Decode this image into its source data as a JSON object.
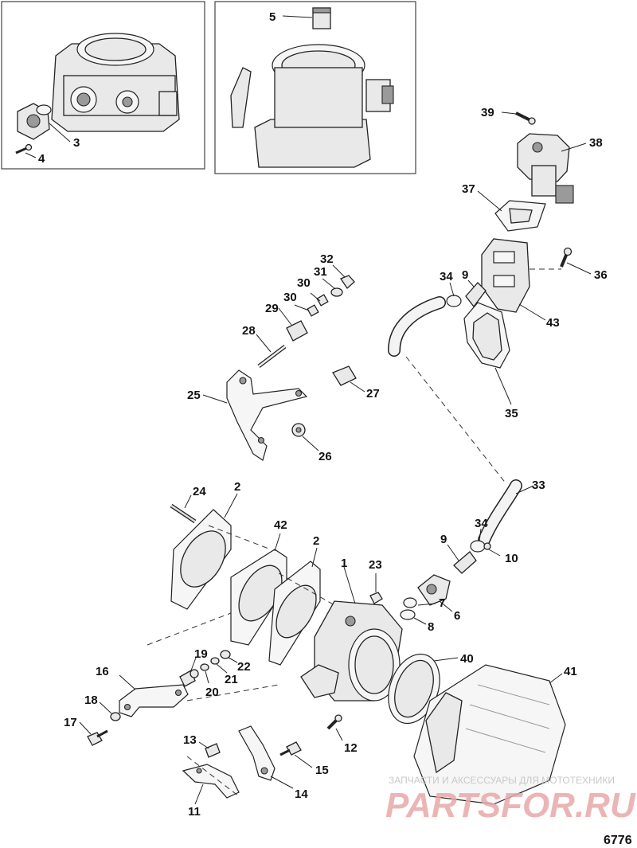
{
  "figure_number": "6776",
  "watermark": {
    "tagline": "ЗАПЧАСТИ И АКСЕССУАРЫ ДЛЯ МОТОТЕХНИКИ",
    "logo": "PARTSFOR.RU"
  },
  "callouts": {
    "c2a": "2",
    "c2b": "2",
    "c3": "3",
    "c4": "4",
    "c5": "5",
    "c1": "1",
    "c6": "6",
    "c7": "7",
    "c8": "8",
    "c9a": "9",
    "c9b": "9",
    "c10": "10",
    "c11": "11",
    "c12": "12",
    "c13": "13",
    "c14": "14",
    "c15": "15",
    "c16": "16",
    "c17": "17",
    "c18": "18",
    "c19": "19",
    "c20": "20",
    "c21": "21",
    "c22": "22",
    "c23": "23",
    "c24": "24",
    "c25": "25",
    "c26": "26",
    "c27": "27",
    "c28": "28",
    "c29": "29",
    "c30a": "30",
    "c30b": "30",
    "c31": "31",
    "c32": "32",
    "c33": "33",
    "c34a": "34",
    "c34b": "34",
    "c35": "35",
    "c36": "36",
    "c37": "37",
    "c38": "38",
    "c39": "39",
    "c40": "40",
    "c41": "41",
    "c42": "42",
    "c43": "43"
  }
}
